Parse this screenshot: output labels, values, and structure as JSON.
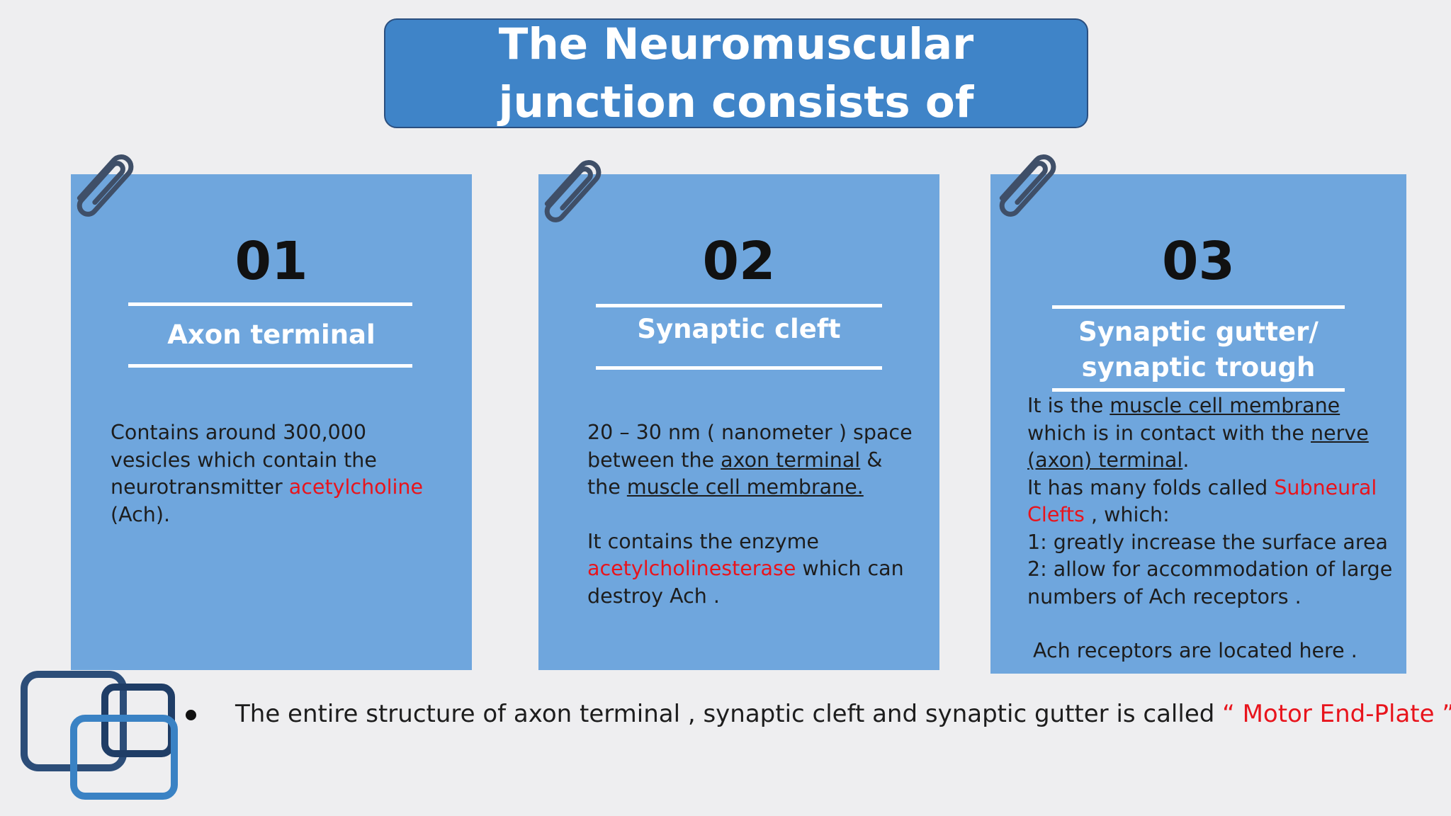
{
  "title": "The Neuromuscular junction consists of",
  "cards": [
    {
      "number": "01",
      "label": "Axon terminal",
      "body": {
        "line1": "Contains around 300,000",
        "line2": "vesicles which contain the",
        "line3_pre": "neurotransmitter ",
        "line3_red": "acetylcholine",
        "line4": "(Ach)."
      }
    },
    {
      "number": "02",
      "label": "Synaptic cleft",
      "body": {
        "line1": "20 – 30 nm ( nanometer ) space",
        "line2_pre": "between the ",
        "line2_u": "axon terminal",
        "line2_post": " &",
        "line3_pre": "the ",
        "line3_u": "muscle cell membrane.",
        "line4": "It contains the enzyme",
        "line5_red": "acetylcholinesterase",
        "line5_post": " which can",
        "line6": "destroy Ach ."
      }
    },
    {
      "number": "03",
      "label_line1": "Synaptic gutter/",
      "label_line2": "synaptic trough",
      "body": {
        "line1_pre": "It is the ",
        "line1_u": "muscle cell membrane",
        "line2_pre": "which is in contact with the ",
        "line2_u": "nerve",
        "line3_u": "(axon) terminal",
        "line3_post": ".",
        "line4_pre": "It has many folds called ",
        "line4_red": "Subneural",
        "line5_red": "Clefts",
        "line5_post": " , which:",
        "line6": "1: greatly increase the surface area",
        "line7": "2: allow for accommodation of large",
        "line8": "numbers of Ach receptors .",
        "line9": "Ach receptors are located here ."
      }
    }
  ],
  "footer": {
    "pre": "The entire structure of axon terminal , synaptic cleft and synaptic gutter is called ",
    "red": "“ Motor End-Plate ”"
  },
  "colors": {
    "background": "#eeeef0",
    "title_box": "#3f84c8",
    "card": "#6fa6dd",
    "highlight": "#e8141c"
  },
  "icons": [
    "paperclip-icon",
    "overlapping-squares-logo"
  ]
}
